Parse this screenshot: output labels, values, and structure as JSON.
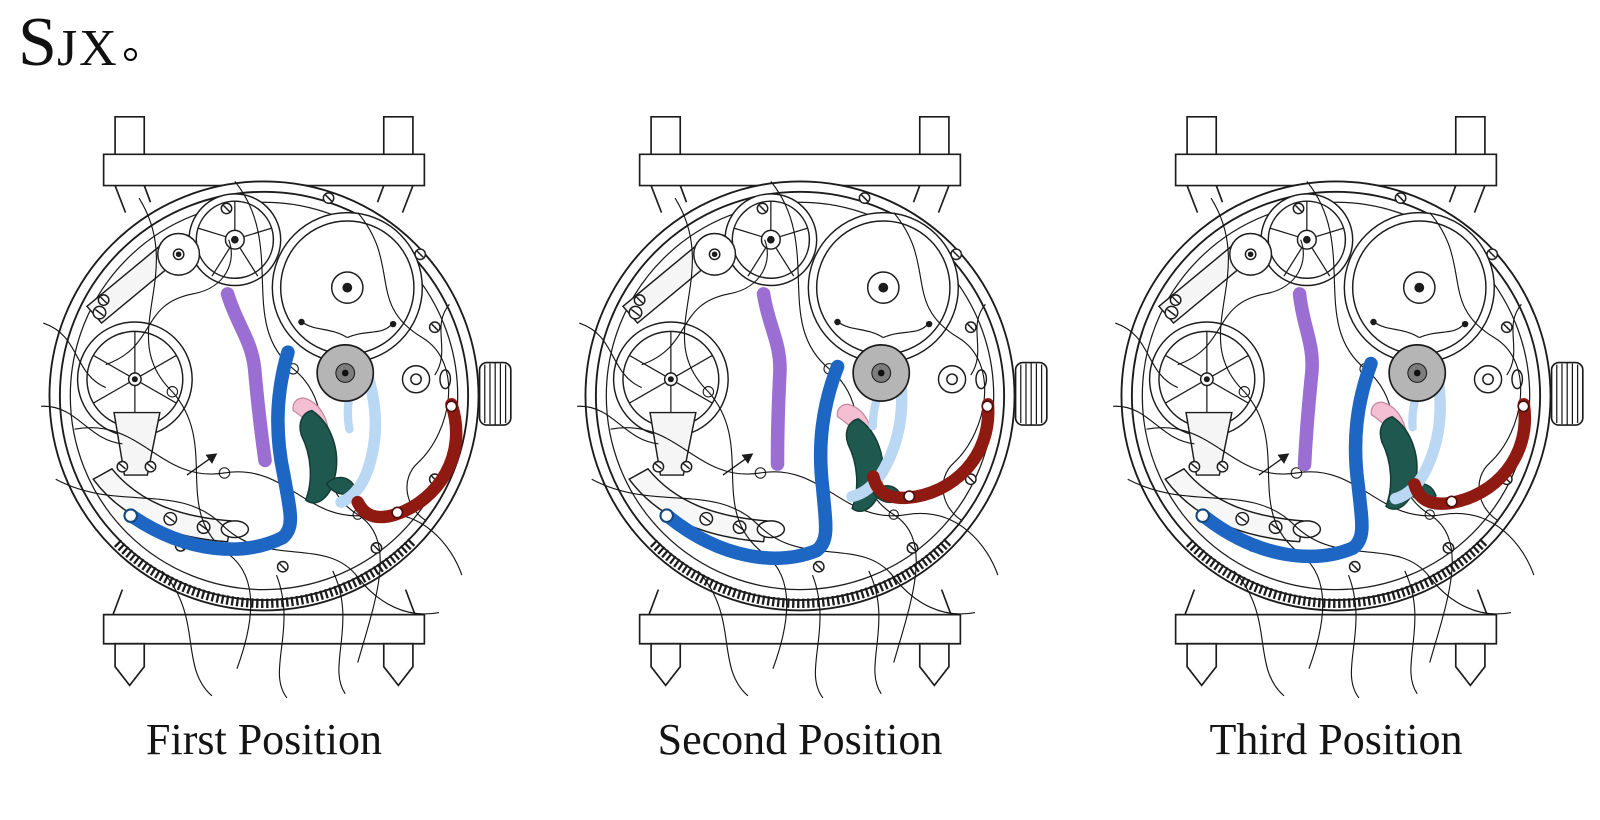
{
  "logo": {
    "first": "S",
    "rest": "JX"
  },
  "figures": [
    {
      "caption": "First Position"
    },
    {
      "caption": "Second Position"
    },
    {
      "caption": "Third Position"
    }
  ],
  "colors": {
    "purple": "#9a6ed2",
    "blue": "#1e66c4",
    "light_blue": "#bad7f3",
    "pink": "#f4bfd3",
    "teal": "#1f584e",
    "dark_red": "#8e1a12",
    "center_wheel_gray": "#b5b5b5",
    "line": "#1c1c1c"
  }
}
